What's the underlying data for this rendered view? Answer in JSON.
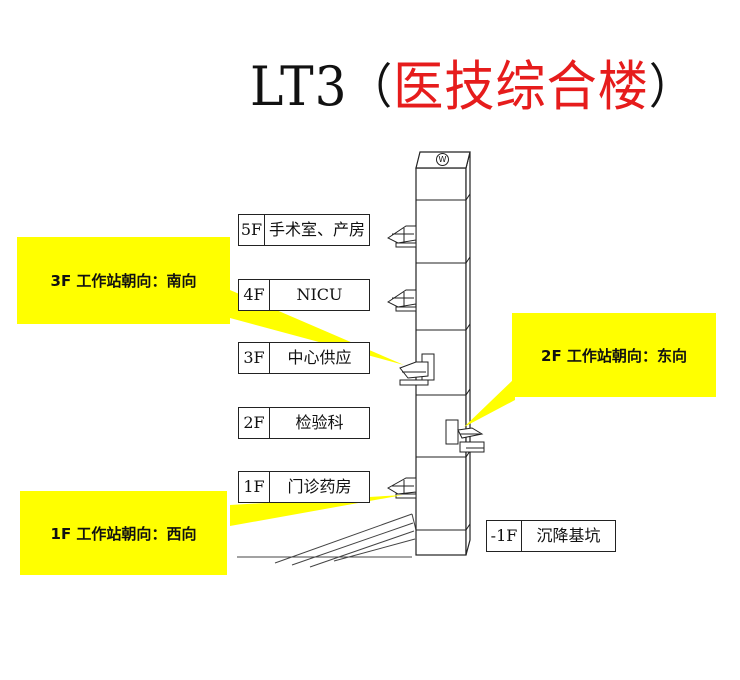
{
  "title": {
    "prefix": "LT3",
    "paren_open": "（",
    "main": "医技综合楼",
    "paren_close": "）"
  },
  "shaft_marker": "W",
  "floors": [
    {
      "code": "5F",
      "name": "手术室、产房"
    },
    {
      "code": "4F",
      "name": "NICU"
    },
    {
      "code": "3F",
      "name": "中心供应"
    },
    {
      "code": "2F",
      "name": "检验科"
    },
    {
      "code": "1F",
      "name": "门诊药房"
    },
    {
      "code": "-1F",
      "name": "沉降基坑"
    }
  ],
  "callouts": {
    "floor3": "3F 工作站朝向：南向",
    "floor2": "2F 工作站朝向：东向",
    "floor1": "1F 工作站朝向：西向"
  },
  "colors": {
    "title_red": "#e61c1c",
    "callout_yellow": "#ffff00",
    "line": "#222222"
  }
}
